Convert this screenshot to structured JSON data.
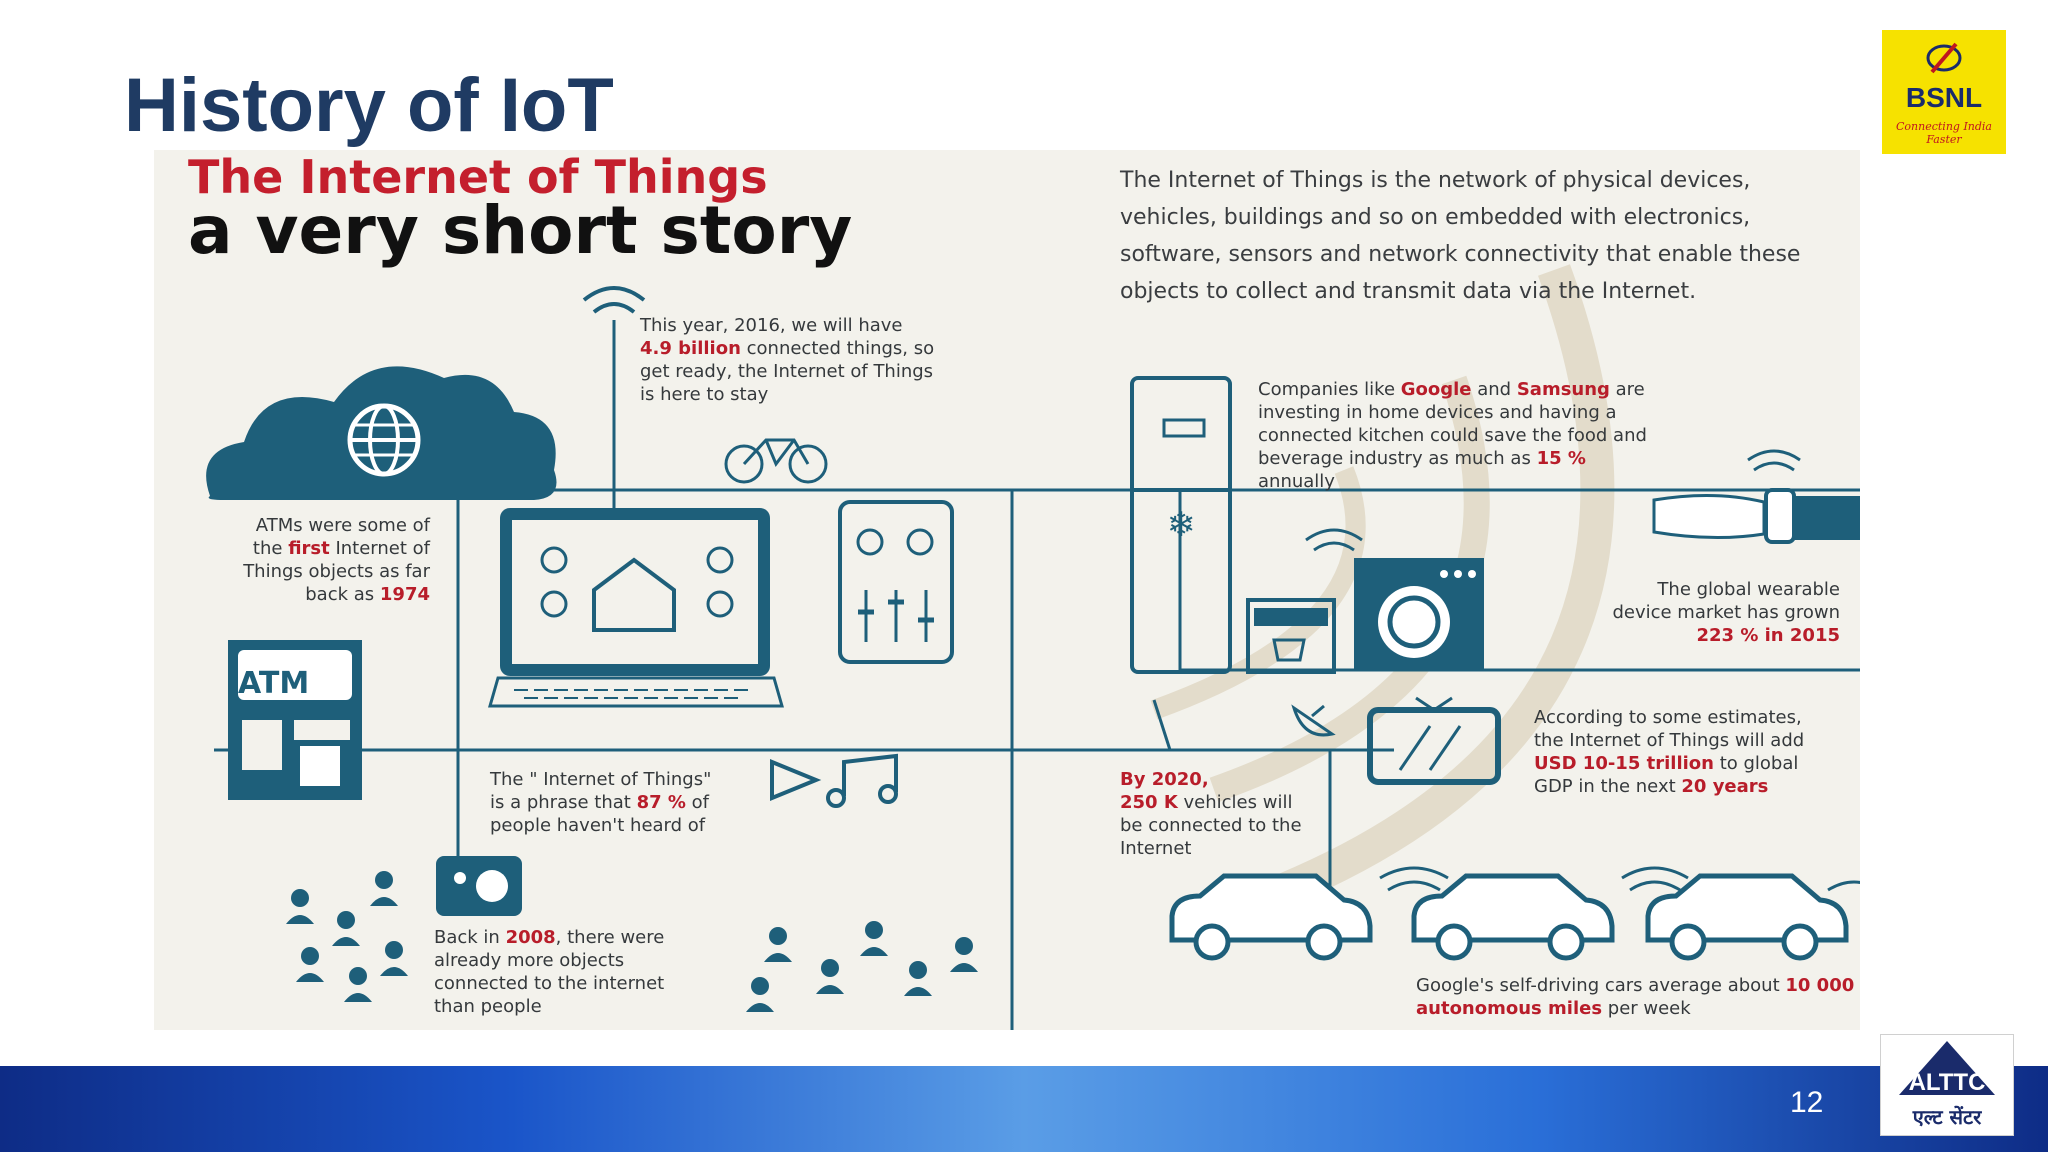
{
  "slide": {
    "title": "History of IoT",
    "page_number": "12"
  },
  "logos": {
    "bsnl_name": "BSNL",
    "bsnl_tagline": "Connecting India Faster",
    "altc_name": "ALTTC",
    "altc_hindi": "एल्ट सेंटर"
  },
  "infographic": {
    "heading_line1": "The Internet of Things",
    "heading_line2": "a very short story",
    "intro": "The Internet of Things is the network of physical devices, vehicles, buildings and so on embedded with electronics, software, sensors and network connectivity that enable these objects to collect and transmit data via the Internet.",
    "atm_label": "ATM",
    "facts": {
      "atm": {
        "pre": "ATMs were some of the ",
        "hl1": "first",
        "mid": " Internet of Things objects as far back as ",
        "hl2": "1974"
      },
      "year2016": {
        "pre": "This year, 2016, we will have ",
        "hl1": "4.9 billion",
        "post": " connected things, so get ready, the Internet of Things is here to stay"
      },
      "companies": {
        "pre": "Companies like ",
        "hl1": "Google",
        "mid1": " and ",
        "hl2": "Samsung",
        "mid2": " are investing in home devices and having a connected kitchen could save the food and beverage industry as much as ",
        "hl3": "15 %",
        "post": " annually"
      },
      "wearable": {
        "pre": "The global wearable device market has grown ",
        "hl1": "223 % in 2015"
      },
      "phrase": {
        "pre": "The \" Internet of Things\" is a phrase that ",
        "hl1": "87 %",
        "post": " of people haven't heard of"
      },
      "vehicles": {
        "hl1": "By 2020,",
        "hl2": "250 K",
        "post": " vehicles will be connected to the Internet"
      },
      "gdp": {
        "pre": "According to some estimates, the Internet of Things will add ",
        "hl1": "USD 10-15 trillion",
        "mid": " to global GDP in the next ",
        "hl2": "20 years"
      },
      "year2008": {
        "pre": "Back in ",
        "hl1": "2008",
        "post": ", there were already more objects connected to the internet than people"
      },
      "cars": {
        "pre": "Google's self-driving cars average about ",
        "hl1": "10 000 autonomous miles",
        "post": " per week"
      }
    }
  },
  "colors": {
    "title": "#1f3b63",
    "infographic_ink": "#1e5f7a",
    "infographic_red": "#b81d2a",
    "bsnl_yellow": "#f6e200"
  },
  "icons": [
    "wifi-icon",
    "cloud-globe-icon",
    "atm-machine-icon",
    "laptop-smarthome-icon",
    "tablet-controls-icon",
    "fridge-icon",
    "washing-machine-icon",
    "coffee-machine-icon",
    "smartwatch-icon",
    "tv-icon",
    "satellite-dish-icon",
    "car-icon",
    "people-icon",
    "camera-icon",
    "bicycle-icon",
    "play-icon",
    "music-note-icon"
  ]
}
